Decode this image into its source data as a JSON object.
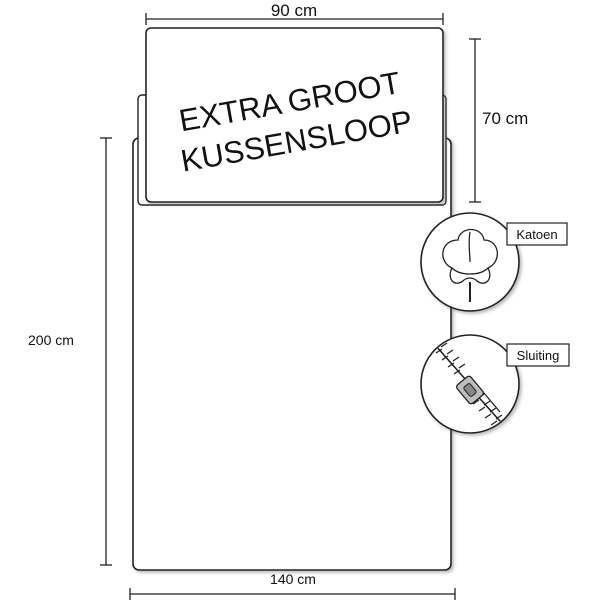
{
  "pillow": {
    "title_line1": "EXTRA GROOT",
    "title_line2": "KUSSENSLOOP"
  },
  "dimensions": {
    "pillow_width": "90 cm",
    "pillow_height": "70 cm",
    "duvet_length": "200 cm",
    "duvet_width": "140 cm"
  },
  "features": [
    {
      "label": "Katoen",
      "icon": "cotton-flower-icon"
    },
    {
      "label": "Sluiting",
      "icon": "zipper-icon"
    }
  ],
  "colors": {
    "line": "#222222",
    "fill": "#ffffff",
    "shadow": "#888888"
  }
}
